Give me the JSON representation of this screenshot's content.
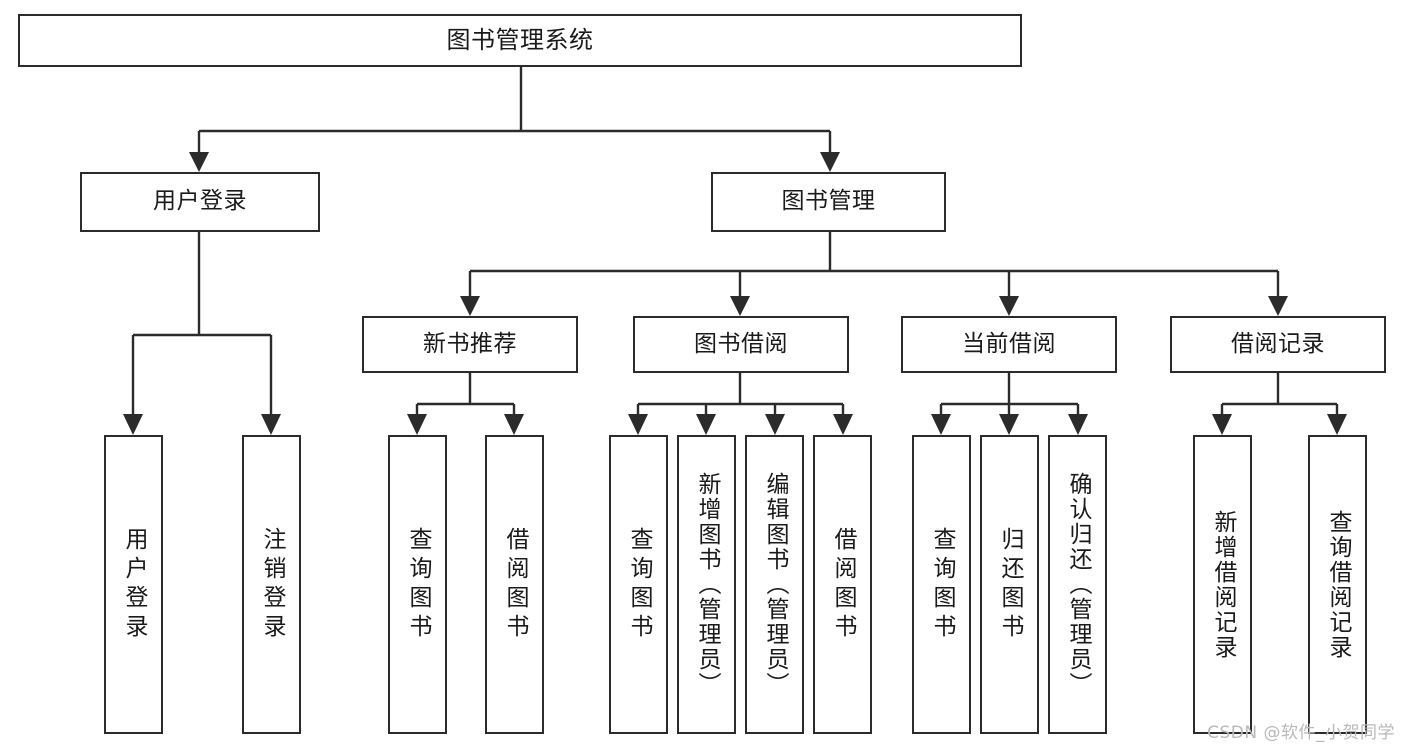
{
  "diagram": {
    "type": "tree",
    "title": "图书管理系统",
    "root": {
      "id": "root",
      "label": "图书管理系统"
    },
    "level2": [
      {
        "id": "user-login",
        "label": "用户登录"
      },
      {
        "id": "book-management",
        "label": "图书管理"
      }
    ],
    "level3": [
      {
        "id": "new-book-recommend",
        "label": "新书推荐",
        "parent": "book-management"
      },
      {
        "id": "book-borrow",
        "label": "图书借阅",
        "parent": "book-management"
      },
      {
        "id": "current-borrow",
        "label": "当前借阅",
        "parent": "book-management"
      },
      {
        "id": "borrow-record",
        "label": "借阅记录",
        "parent": "book-management"
      }
    ],
    "leaves": [
      {
        "id": "leaf-user-login",
        "label": "用户登录",
        "parent": "user-login"
      },
      {
        "id": "leaf-user-logout",
        "label": "注销登录",
        "parent": "user-login"
      },
      {
        "id": "leaf-query-book-1",
        "label": "查询图书",
        "parent": "new-book-recommend"
      },
      {
        "id": "leaf-borrow-book-1",
        "label": "借阅图书",
        "parent": "new-book-recommend"
      },
      {
        "id": "leaf-query-book-2",
        "label": "查询图书",
        "parent": "book-borrow"
      },
      {
        "id": "leaf-add-book",
        "label": "新增图书（管理员）",
        "parent": "book-borrow"
      },
      {
        "id": "leaf-edit-book",
        "label": "编辑图书（管理员）",
        "parent": "book-borrow"
      },
      {
        "id": "leaf-borrow-book-2",
        "label": "借阅图书",
        "parent": "book-borrow"
      },
      {
        "id": "leaf-query-book-3",
        "label": "查询图书",
        "parent": "current-borrow"
      },
      {
        "id": "leaf-return-book",
        "label": "归还图书",
        "parent": "current-borrow"
      },
      {
        "id": "leaf-confirm-return",
        "label": "确认归还（管理员）",
        "parent": "current-borrow"
      },
      {
        "id": "leaf-add-record",
        "label": "新增借阅记录",
        "parent": "borrow-record"
      },
      {
        "id": "leaf-query-record",
        "label": "查询借阅记录",
        "parent": "borrow-record"
      }
    ],
    "colors": {
      "border": "#2b2b2b",
      "background": "#ffffff",
      "text": "#1a1a1a",
      "watermark": "#b9b9b9"
    }
  },
  "watermark": {
    "text": "CSDN @软件_小贺同学"
  }
}
